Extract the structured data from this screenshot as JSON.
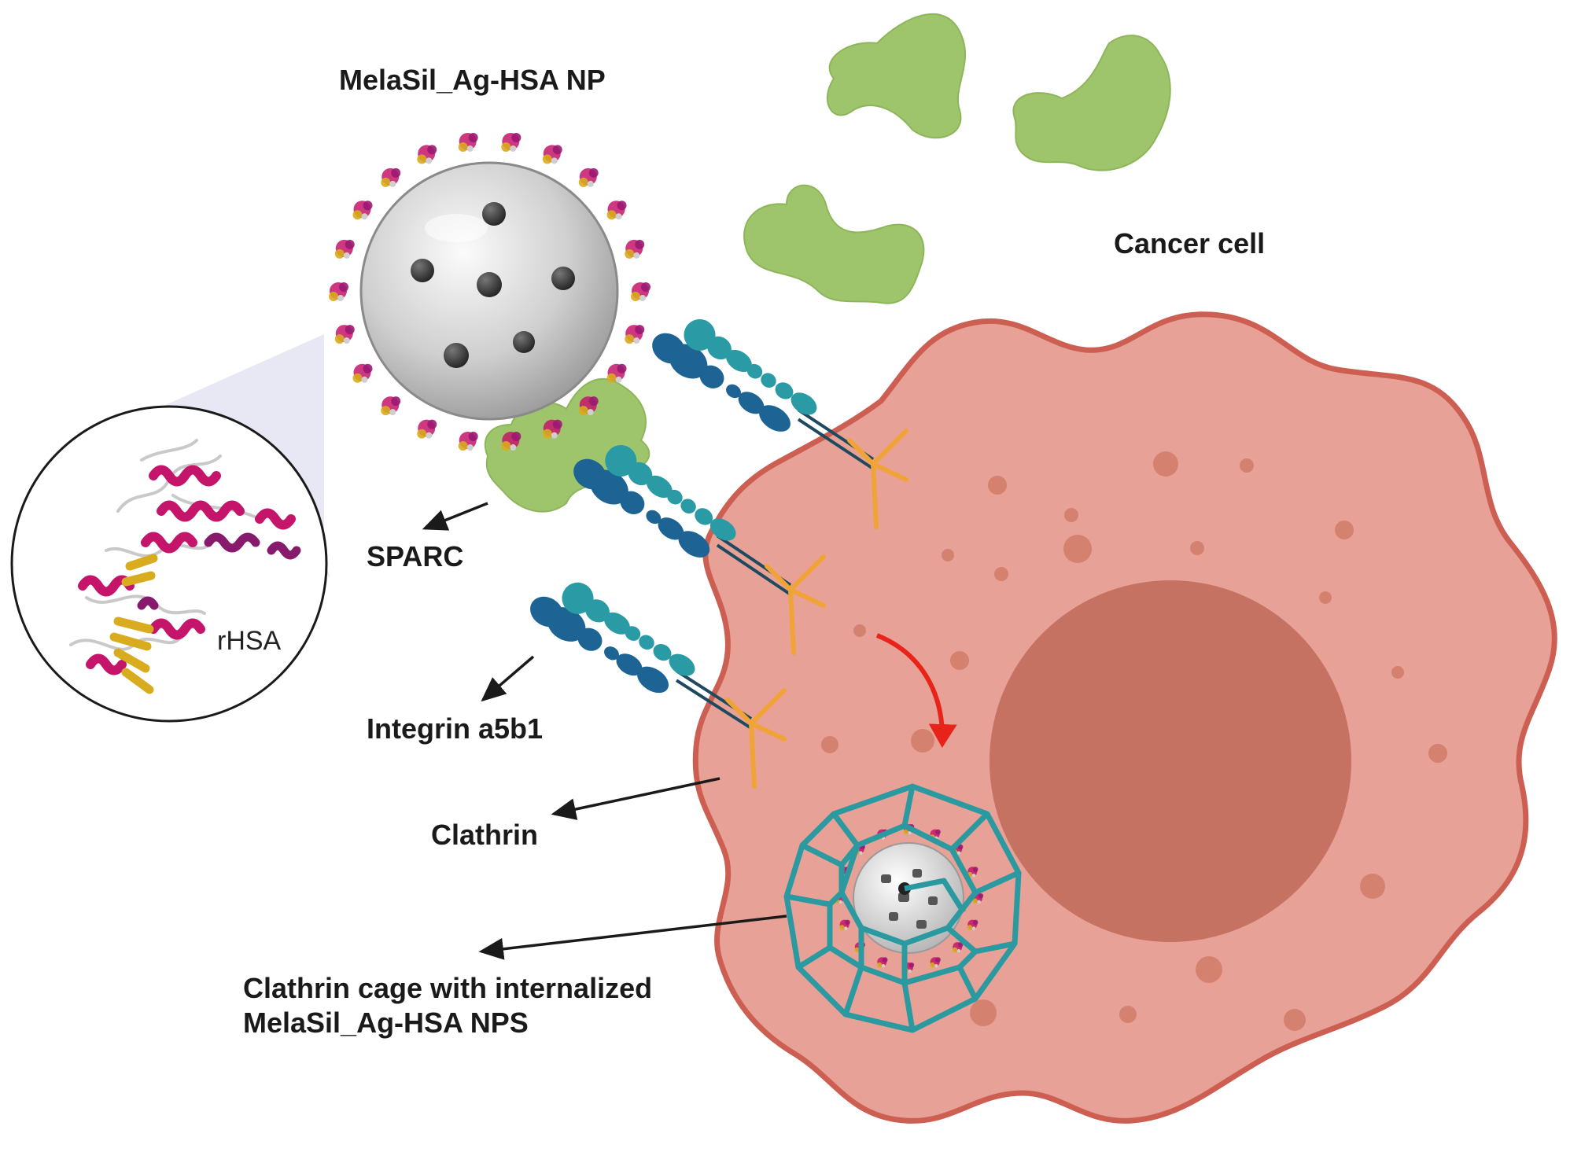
{
  "labels": {
    "nanoparticle": "MelaSil_Ag-HSA NP",
    "cancer_cell": "Cancer cell",
    "sparc": "SPARC",
    "rhsa": "rHSA",
    "integrin": "Integrin a5b1",
    "clathrin": "Clathrin",
    "cage_line1": "Clathrin cage with internalized",
    "cage_line2": "MelaSil_Ag-HSA NPS"
  },
  "colors": {
    "cell_fill": "#e8a196",
    "cell_border": "#cd5f52",
    "nucleus": "#c57262",
    "organelle": "#d4826f",
    "sparc_green": "#9fc56c",
    "integrin_dark_blue": "#1d6494",
    "integrin_teal": "#2a9ba5",
    "receptor_orange": "#f0a336",
    "clathrin_cage": "#2a9aa0",
    "internalization_arrow": "#e8241a",
    "rhsa_helix": "#c4156b",
    "rhsa_sheet": "#d9ab1e"
  }
}
